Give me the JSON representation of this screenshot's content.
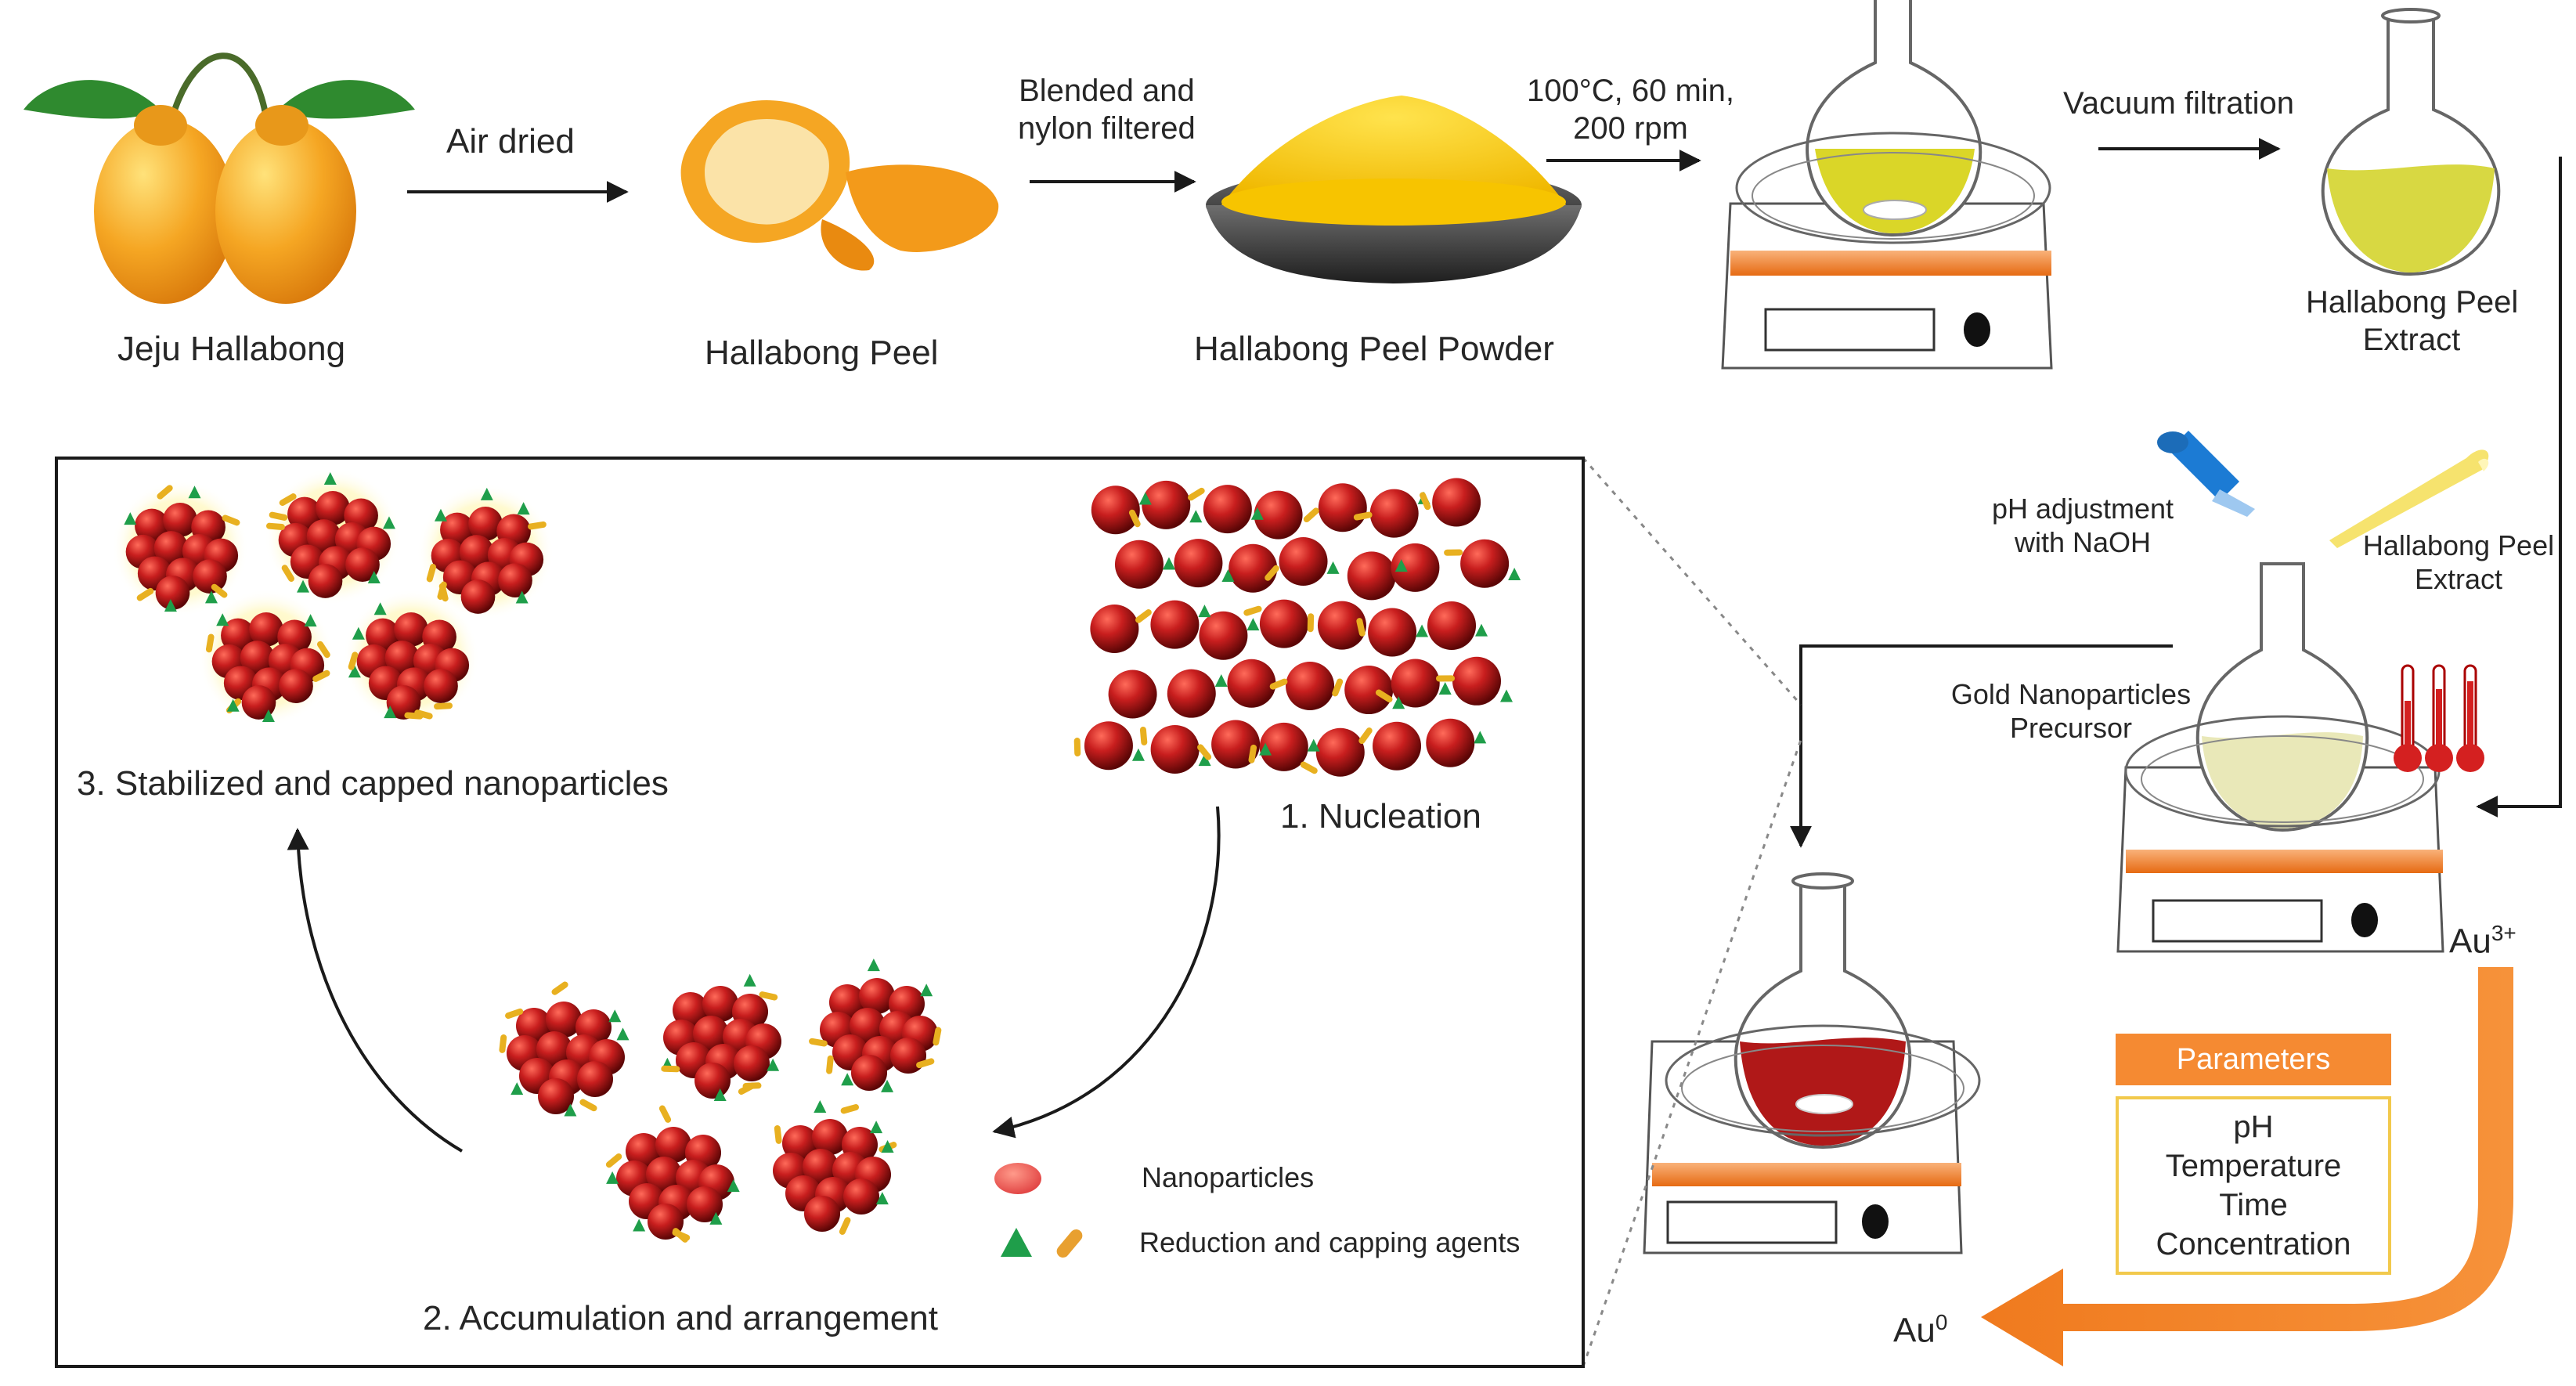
{
  "top_row": {
    "fruit_label": "Jeju Hallabong",
    "step1_arrow_label": "Air dried",
    "peel_label": "Hallabong Peel",
    "step2_arrow_label": [
      "Blended and",
      "nylon filtered"
    ],
    "powder_label": "Hallabong Peel Powder",
    "step3_arrow_label": [
      "100°C, 60 min,",
      "200 rpm"
    ],
    "step4_arrow_label": "Vacuum filtration",
    "extract_label": [
      "Hallabong Peel",
      "Extract"
    ]
  },
  "synthesis": {
    "ph_label": [
      "pH adjustment",
      "with NaOH"
    ],
    "extract_added_label": [
      "Hallabong Peel",
      "Extract"
    ],
    "precursor_label": [
      "Gold Nanoparticles",
      "Precursor"
    ],
    "au3_label": "Au",
    "au3_sup": "3+",
    "au0_label": "Au",
    "au0_sup": "0",
    "parameters_title": "Parameters",
    "parameters": [
      "pH",
      "Temperature",
      "Time",
      "Concentration"
    ]
  },
  "mechanism": {
    "stage1": "1. Nucleation",
    "stage2": "2. Accumulation and arrangement",
    "stage3": "3. Stabilized and capped nanoparticles",
    "legend_nanoparticles": "Nanoparticles",
    "legend_agents": "Reduction and capping agents"
  },
  "colors": {
    "gold_np": "#b21a1a",
    "agent_green": "#1f9e4a",
    "agent_yellow": "#e8b020",
    "orange_accent": "#f58a32",
    "param_border": "#f2c94c",
    "extract_yellow": "#d8d41c",
    "product_red": "#b01818"
  }
}
